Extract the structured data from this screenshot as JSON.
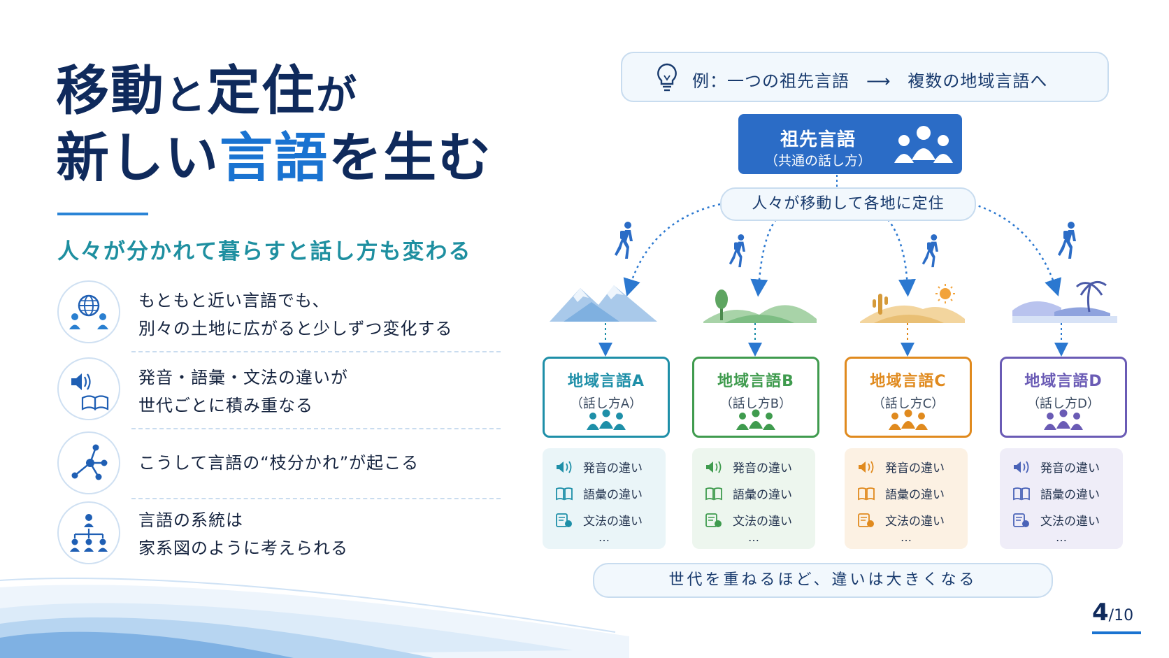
{
  "title": {
    "line1_a": "移動",
    "line1_b": "と",
    "line1_c": "定住",
    "line1_d": "が",
    "line2_a": "新しい",
    "line2_b": "言語",
    "line2_c": "を生む"
  },
  "subtitle": "人々が分かれて暮らすと話し方も変わる",
  "points": [
    {
      "icon": "globe-people-icon",
      "lines": [
        "もともと近い言語でも、",
        "別々の土地に広がると少しずつ変化する"
      ]
    },
    {
      "icon": "speaker-book-icon",
      "lines": [
        "発音・語彙・文法の違いが",
        "世代ごとに積み重なる"
      ]
    },
    {
      "icon": "branch-icon",
      "lines": [
        "こうして言語の“枝分かれ”が起こる"
      ]
    },
    {
      "icon": "family-tree-icon",
      "lines": [
        "言語の系統は",
        "家系図のように考えられる"
      ]
    }
  ],
  "example": {
    "prefix": "例：一つの祖先言語",
    "arrow": "⟶",
    "suffix": "複数の地域言語へ"
  },
  "ancestor": {
    "name": "祖先言語",
    "sub": "（共通の話し方）"
  },
  "migration": "人々が移動して各地に定住",
  "regions": [
    {
      "name": "地域言語A",
      "sub": "（話し方A）",
      "color": "#1e8fa8",
      "landscape": "mountains"
    },
    {
      "name": "地域言語B",
      "sub": "（話し方B）",
      "color": "#3f9b4e",
      "landscape": "hills"
    },
    {
      "name": "地域言語C",
      "sub": "（話し方C）",
      "color": "#e08a1e",
      "landscape": "desert"
    },
    {
      "name": "地域言語D",
      "sub": "（話し方D）",
      "color": "#6a5bb5",
      "landscape": "island"
    }
  ],
  "differences": [
    "発音の違い",
    "語彙の違い",
    "文法の違い"
  ],
  "ellipsis": "…",
  "footer": "世代を重ねるほど、違いは大きくなる",
  "page": {
    "current": "4",
    "total": "/10"
  },
  "colors": {
    "navy": "#0f2a5c",
    "accent": "#1a73d1",
    "teal": "#1e8fa0"
  }
}
